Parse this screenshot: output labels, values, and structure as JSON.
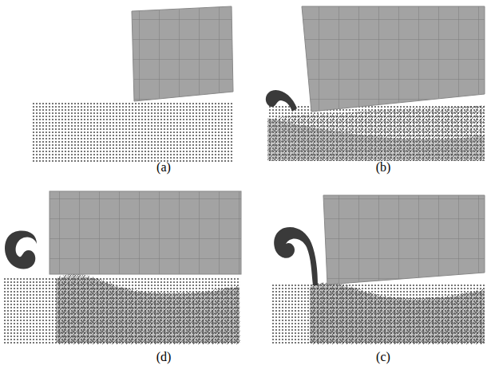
{
  "diagram": {
    "labels": [
      "(a)",
      "(b)",
      "(d)",
      "(c)"
    ]
  }
}
